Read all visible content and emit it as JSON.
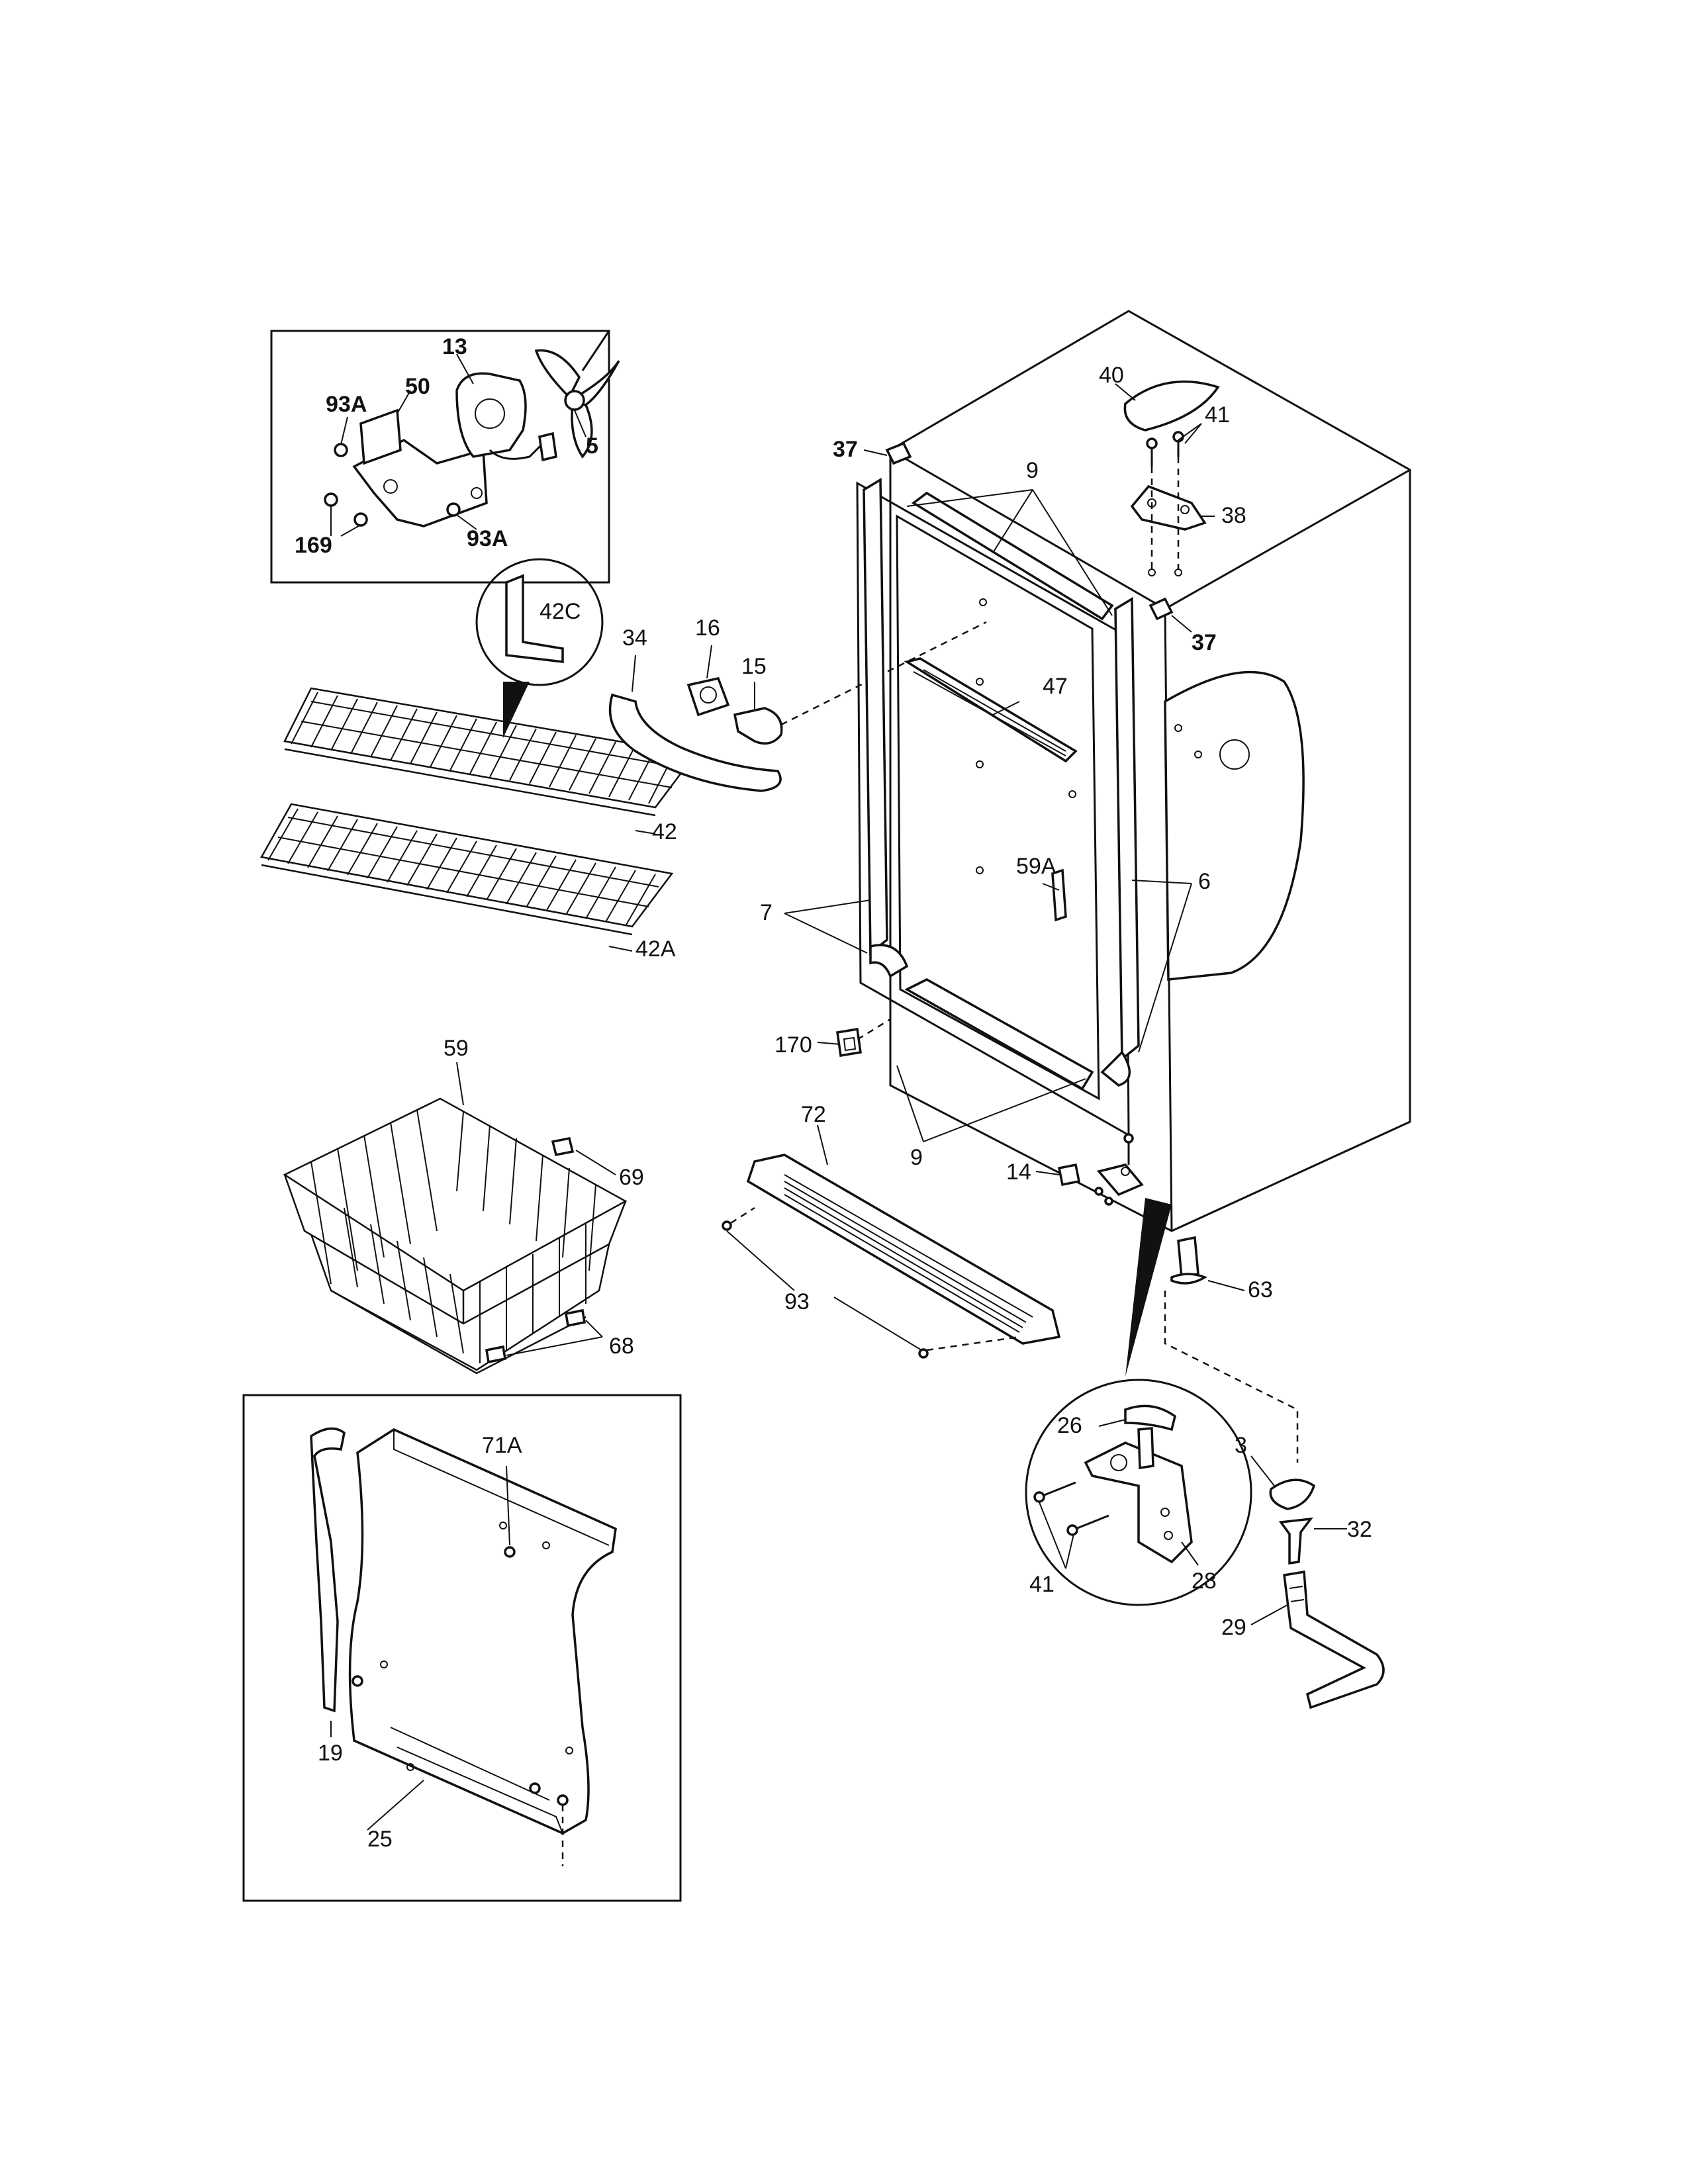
{
  "diagram": {
    "colors": {
      "ink": "#111111",
      "paper": "#ffffff"
    },
    "callouts": {
      "c13": "13",
      "c50": "50",
      "c93a_top": "93A",
      "c5": "5",
      "c169": "169",
      "c93a_bottom": "93A",
      "c42c": "42C",
      "c34": "34",
      "c16": "16",
      "c15": "15",
      "c42": "42",
      "c42a": "42A",
      "c37_top": "37",
      "c37_right": "37",
      "c40": "40",
      "c41_top": "41",
      "c38": "38",
      "c9_top": "9",
      "c47": "47",
      "c59a": "59A",
      "c7": "7",
      "c6": "6",
      "c170": "170",
      "c9_bottom": "9",
      "c59": "59",
      "c69": "69",
      "c68": "68",
      "c72": "72",
      "c14": "14",
      "c93": "93",
      "c63": "63",
      "c26": "26",
      "c3": "3",
      "c32": "32",
      "c41_bottom": "41",
      "c28": "28",
      "c29": "29",
      "c71a": "71A",
      "c19": "19",
      "c25": "25"
    }
  }
}
